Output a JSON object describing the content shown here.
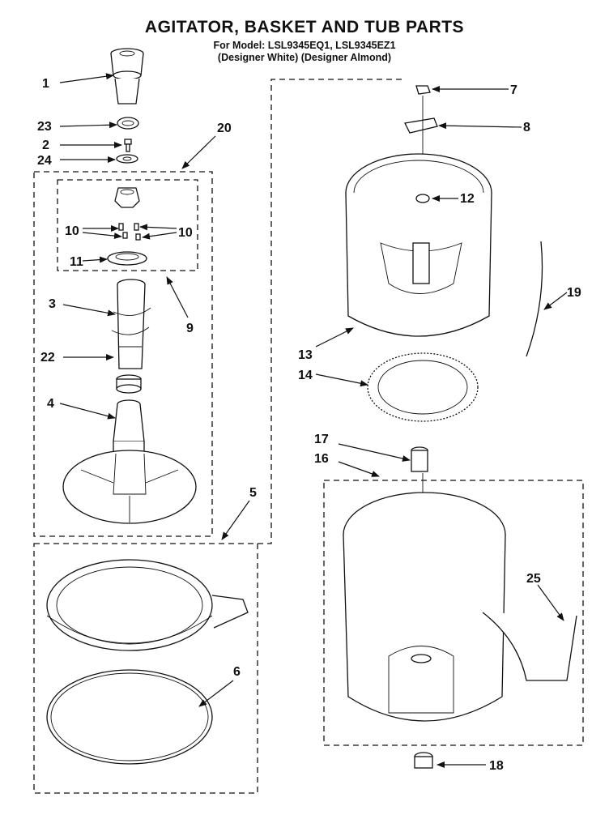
{
  "header": {
    "title": "AGITATOR, BASKET AND TUB PARTS",
    "model_line": "For Model: LSL9345EQ1, LSL9345EZ1",
    "finish_line": "(Designer White) (Designer Almond)"
  },
  "footer_code": "",
  "callouts": [
    "1",
    "23",
    "2",
    "24",
    "20",
    "10",
    "10",
    "11",
    "9",
    "3",
    "22",
    "4",
    "5",
    "6",
    "7",
    "8",
    "12",
    "13",
    "14",
    "19",
    "17",
    "16",
    "25",
    "18"
  ]
}
